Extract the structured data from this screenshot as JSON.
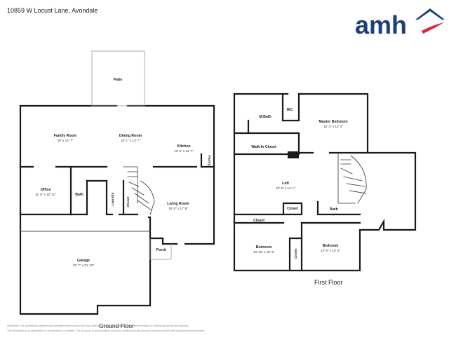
{
  "address": "10859 W Locust Lane, Avondale",
  "brand": {
    "name": "amh",
    "color": "#1b3f7a",
    "accent": "#e0262d"
  },
  "ground_floor": {
    "label": "Ground Floor",
    "rooms": {
      "patio": {
        "name": "Patio"
      },
      "family_room": {
        "name": "Family Room",
        "dims": "20' x 13' 7\""
      },
      "dining_room": {
        "name": "Dining Room",
        "dims": "10' 1\" x 13' 7\""
      },
      "kitchen": {
        "name": "Kitchen",
        "dims": "13' 5\" x 12' 7\""
      },
      "pantry": {
        "name": "Pantry"
      },
      "office": {
        "name": "Office",
        "dims": "11' 5\" x 10' 11\""
      },
      "bath": {
        "name": "Bath"
      },
      "laundry": {
        "name": "Laundry"
      },
      "closet": {
        "name": "Closet"
      },
      "living_room": {
        "name": "Living Room",
        "dims": "16' 8\" x 17' 8\""
      },
      "porch": {
        "name": "Porch"
      },
      "garage": {
        "name": "Garage",
        "dims": "20' 7\" x 21' 10\""
      }
    }
  },
  "first_floor": {
    "label": "First Floor",
    "rooms": {
      "mbath": {
        "name": "M.Bath"
      },
      "wc": {
        "name": "WC"
      },
      "master_bedroom": {
        "name": "Master Bedroom",
        "dims": "16' 3\" x 13' 4\""
      },
      "walk_in_closet": {
        "name": "Walk-In Closet"
      },
      "loft": {
        "name": "Loft",
        "dims": "22' 8\" x 14' 1\""
      },
      "closet_center": {
        "name": "Closet"
      },
      "bath": {
        "name": "Bath"
      },
      "closet_left": {
        "name": "Closet"
      },
      "bedroom_left": {
        "name": "Bedroom",
        "dims": "14' 10\" x 10' 3\""
      },
      "closet_vert": {
        "name": "Closet"
      },
      "bedroom_right": {
        "name": "Bedroom",
        "dims": "12' 8\" x 10' 3\""
      }
    }
  },
  "disclaimer": {
    "line1": "Disclaimer: The illustrations depicted and the stated dimensions in this floor plan are intended to serve only as an approximation of existing structures and features.",
    "line2": "This illustration is not guaranteed to be accurate or complete. The accuracy of all information should be verified through personal inspection and/or with appropriate professionals."
  }
}
